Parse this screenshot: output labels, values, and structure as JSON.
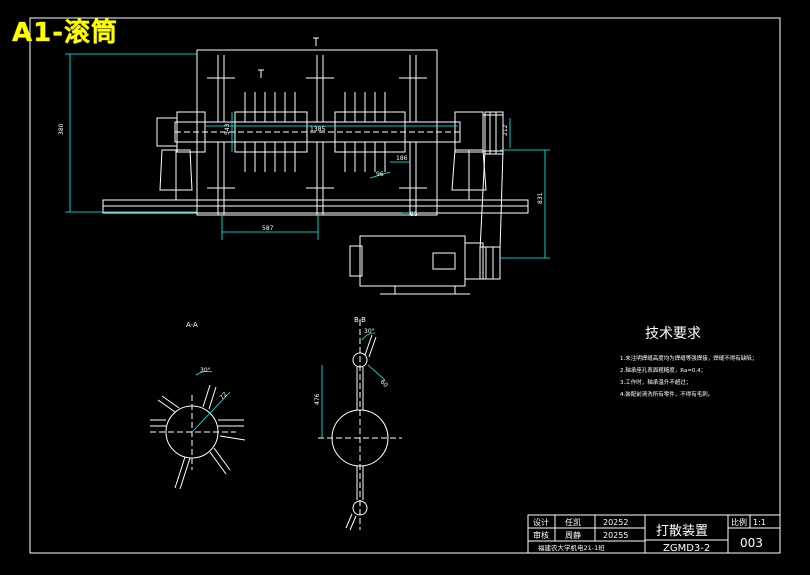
{
  "overlay_title": "A1-滚筒",
  "dims": {
    "d380": "380",
    "d543": "543",
    "d1385": "1385",
    "d212": "212",
    "d831": "831",
    "d186": "186",
    "d96": "96",
    "d587": "587",
    "d95": "95",
    "d30a": "30°",
    "d72": "72",
    "d30b": "30°",
    "d60": "60",
    "d476": "476"
  },
  "section_labels": {
    "aa": "A-A",
    "bb": "B-B"
  },
  "tech": {
    "heading": "技术要求",
    "items": [
      "1.未注明焊缝高度均为焊缝等强焊接，焊缝不得有缺陷；",
      "2.轴承座孔表面粗糙度，Ra=0.4；",
      "3.工作时，轴承温升不超过；",
      "4.装配前清洗所有零件，不得有毛刺。"
    ]
  },
  "titleblock": {
    "label_design": "设计",
    "name_design": "任凯",
    "date_design": "20252",
    "label_check": "审核",
    "name_check": "周静",
    "date_check": "20255",
    "school": "福建农大学机电21-1班",
    "drawing_name": "打散装置",
    "drawing_code": "ZGMD3-2",
    "scale_label": "比例",
    "scale_value": "1:1",
    "sheet_no": "003"
  },
  "colors": {
    "background": "#000000",
    "line": "#ffffff",
    "dimension": "#00ffff",
    "title": "#ffff00"
  }
}
